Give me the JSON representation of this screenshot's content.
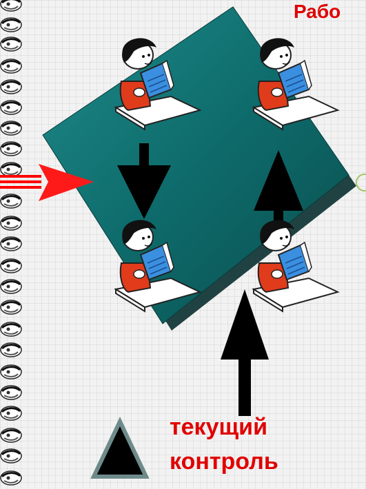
{
  "slide": {
    "title": "Рабо",
    "labels": [
      "текущий",
      "контроль"
    ]
  },
  "colors": {
    "diamond": "#0e6b6b",
    "diamond_shadow": "#0a2f2f",
    "arrow": "#000000",
    "input_arrow": "#ff0000",
    "title": "#e00000",
    "ring": "#000000",
    "legend_triangle": "#000000",
    "legend_triangle_border": "#6e8a8a",
    "student_shirt": "#e03b1b",
    "student_book": "#3a8fe0"
  },
  "icons": [
    "binder-ring-icon",
    "student-reading-icon",
    "arrow-down-icon",
    "arrow-up-icon",
    "red-input-arrow-icon",
    "triangle-icon"
  ]
}
